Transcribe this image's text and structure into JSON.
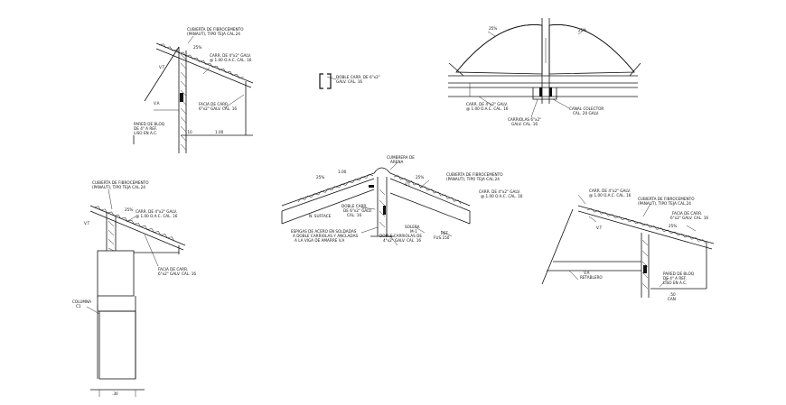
{
  "labels": {
    "d1_roof": [
      "CUBIERTA DE FIBROCEMENTO",
      "(PANAUT), TIPO TEJA CAL.24"
    ],
    "d1_pct": "25%",
    "d1_carr": [
      "CARR. DE 4\"x2\" GALV.",
      "@ 1.00 O.A.C. CAL. 16"
    ],
    "d1_vt": "V.T",
    "d1_va": "V.A",
    "d1_fascia": [
      "FACIA DE CARR.",
      "6\"x2\" GALV. CAL. 16"
    ],
    "d1_wall": [
      "PARED DE BLOQ",
      "DE 4\" A REF.",
      "LISO EN A.C."
    ],
    "d1_dim1": ".10",
    "d1_dim2": "1.00",
    "d2_label": [
      "DOBLE CARR. DE 6\"x2\"",
      "GALV. CAL. 16"
    ],
    "d3_pct_l": "25%",
    "d3_pct_r": "25%",
    "d3_carr": [
      "CARR. DE 4\"x2\" GALV.",
      "@ 1.00 O.A.C. CAL. 16"
    ],
    "d3_canal": [
      "CANAL COLECTOR",
      "CAL. 20 GALV."
    ],
    "d3_carriola": [
      "CARRIOLAS 6\"x2\"",
      "GALV. CAL. 16"
    ],
    "d4_roof": [
      "CUBIERTA DE FIBROCEMENTO",
      "(PANAUT), TIPO TEJA CAL.24"
    ],
    "d4_pct": "25%",
    "d4_carr": [
      "CARR. DE 4\"x2\" GALV.",
      "@ 1.00 O.A.C. CAL. 16"
    ],
    "d4_vt": "V.T",
    "d4_fascia": [
      "FACIA DE CARR.",
      "6\"x2\" GALV. CAL. 16"
    ],
    "d4_column": [
      "COLUMNA",
      "C1"
    ],
    "d4_dim": ".30",
    "d5_cumbrera": [
      "CUMBRERA DE",
      "ARENA"
    ],
    "d5_roof": [
      "CUBIERTA DE FIBROCEMENTO",
      "(PANAUT), TIPO TEJA CAL.24"
    ],
    "d5_pct_l": "25%",
    "d5_pct_r": "25%",
    "d5_vt": "V.T",
    "d5_carr": [
      "CARR. DE 4\"x2\" GALV.",
      "@ 1.00 O.A.C. CAL. 16"
    ],
    "d5_doble": [
      "DOBLE CARR.",
      "DE 6\"x2\" GALV.",
      "CAL. 16"
    ],
    "d5_dim": "1.00",
    "d5_suffix": "N. SUFFACE",
    "d5_espigas": [
      "ESPIGAS DE ACERO EN SOLDADAS",
      "A DOBLE CARRIOLAS Y ANCLADAS",
      "A LA VIGA DE AMARRE V.A"
    ],
    "d5_doble2": [
      "DOBLE CARRIOLAS DE",
      "4\"x2\" GALV. CAL. 16"
    ],
    "d5_ref1": [
      "SOLERA",
      "M-1"
    ],
    "d5_ref2": [
      "REF",
      "FUS.150"
    ],
    "d6_carr": [
      "CARR. DE 4\"x2\" GALV.",
      "@ 1.00 O.A.C. CAL. 16"
    ],
    "d6_roof": [
      "CUBIERTA DE FIBROCEMENTO",
      "(PANAUT), TIPO TEJA CAL.24"
    ],
    "d6_fascia": [
      "FACIA DE CARR.",
      "6\"x2\" GALV. CAL. 16"
    ],
    "d6_pct": "25%",
    "d6_vt": "V.T",
    "d6_va": [
      "V.A",
      "RETABLERO"
    ],
    "d6_wall": [
      "PARED DE BLOQ",
      "DE 4\" A REF.",
      "LISO EN A.C."
    ],
    "d6_dim": [
      ".50",
      "CAN"
    ]
  }
}
